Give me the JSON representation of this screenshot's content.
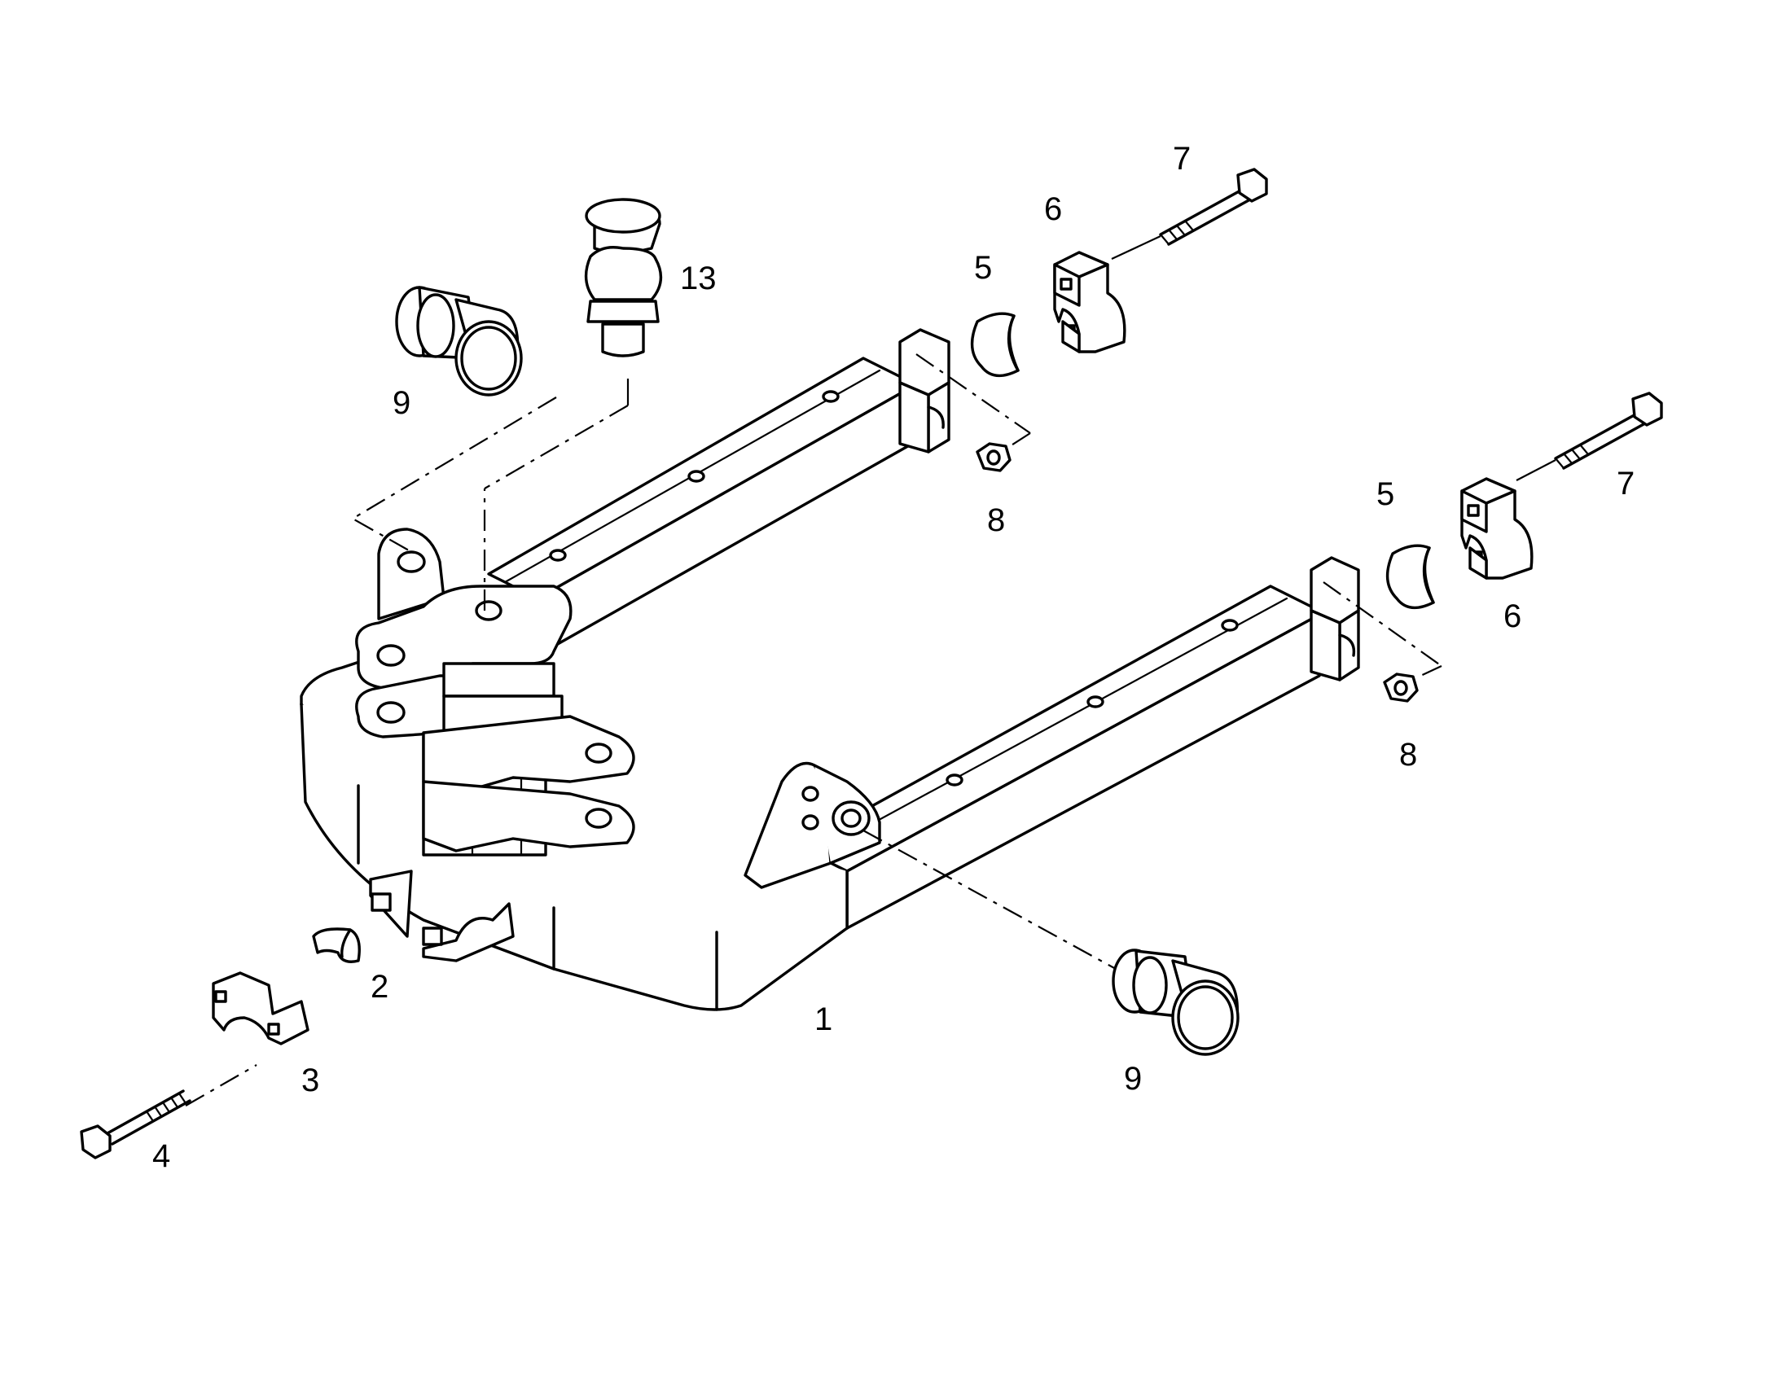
{
  "callouts": {
    "c1": "1",
    "c2": "2",
    "c3": "3",
    "c4": "4",
    "c5_top": "5",
    "c6_top": "6",
    "c7_top": "7",
    "c8_top": "8",
    "c5_right": "5",
    "c6_right": "6",
    "c7_right": "7",
    "c8_right": "8",
    "c9_left": "9",
    "c9_bottom": "9",
    "c13": "13"
  }
}
